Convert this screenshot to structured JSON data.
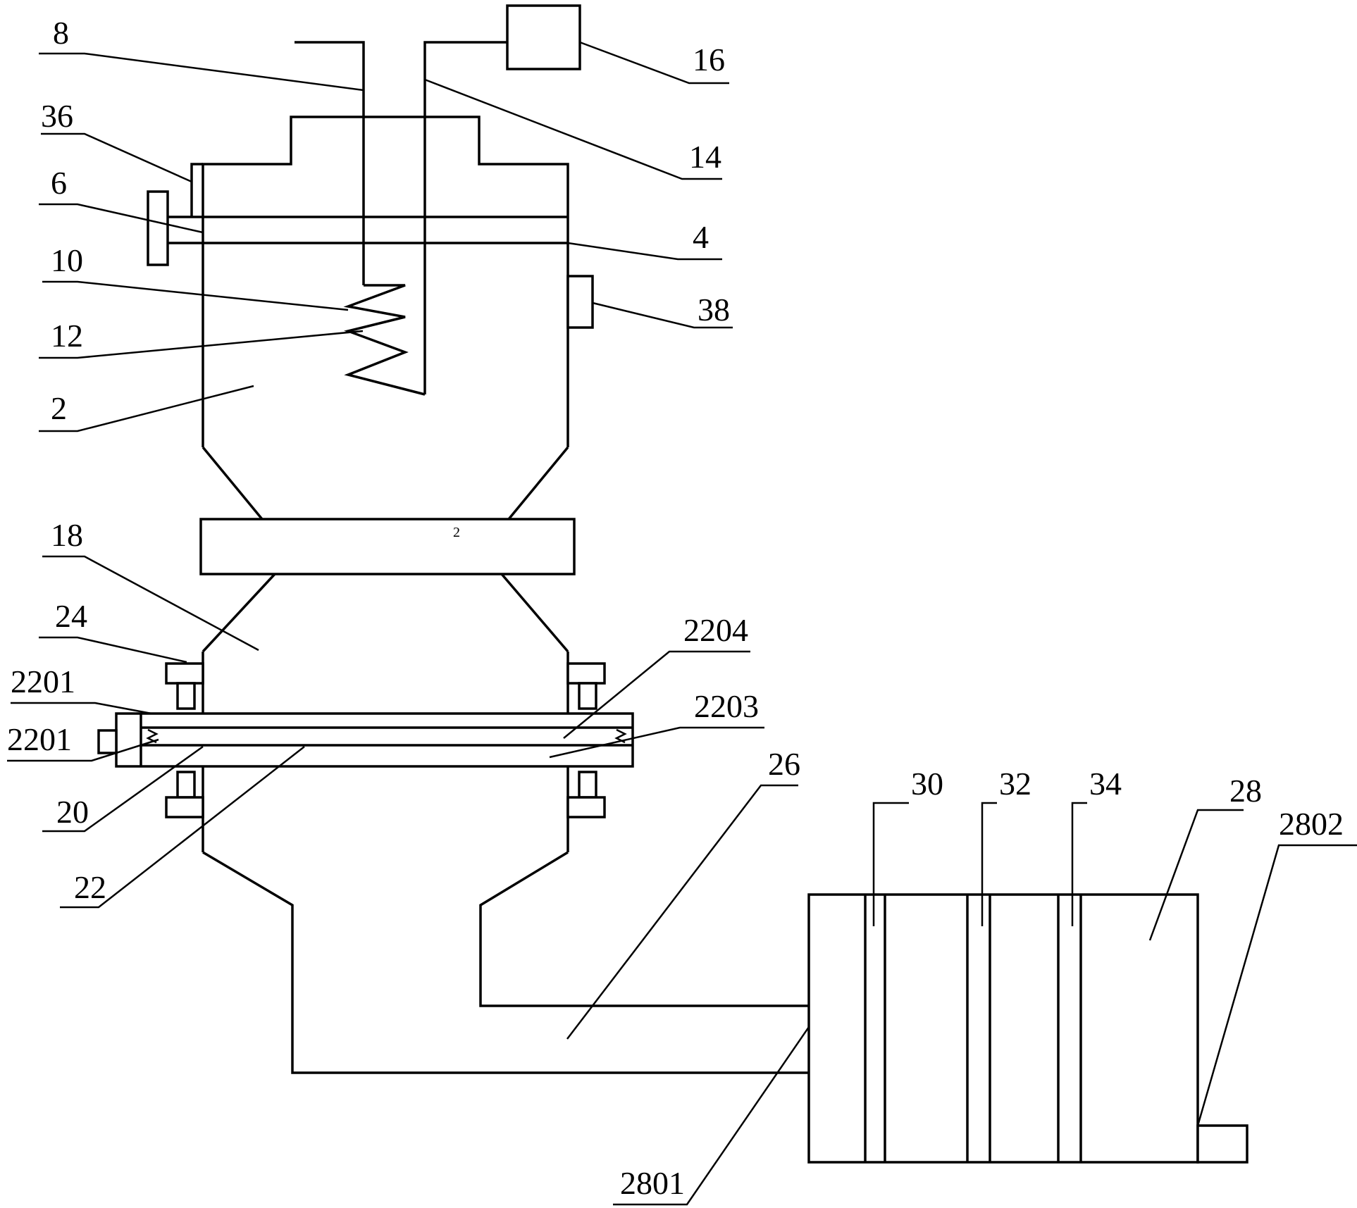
{
  "labels": {
    "l8": "8",
    "l16": "16",
    "l36": "36",
    "l14": "14",
    "l6": "6",
    "l4": "4",
    "l10": "10",
    "l38": "38",
    "l12": "12",
    "l2": "2",
    "l18": "18",
    "l24": "24",
    "l2204": "2204",
    "l2201a": "2201",
    "l2203": "2203",
    "l2201b": "2201",
    "l26": "26",
    "l20": "20",
    "l30": "30",
    "l32": "32",
    "l34": "34",
    "l28": "28",
    "l22": "22",
    "l2802": "2802",
    "l2801": "2801",
    "band_mark": "2"
  }
}
